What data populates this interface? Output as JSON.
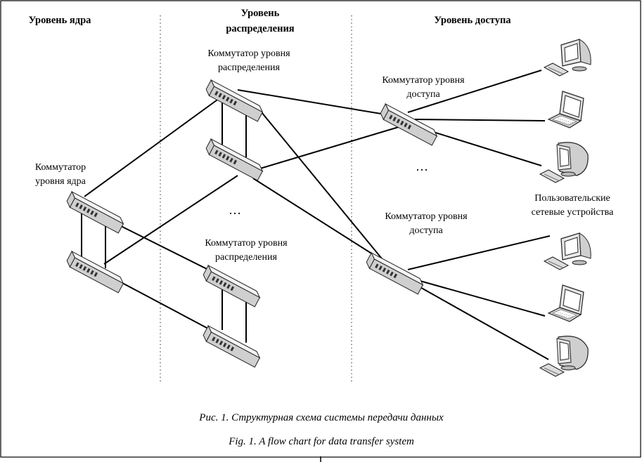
{
  "headers": {
    "core": "Уровень ядра",
    "distribution_line1": "Уровень",
    "distribution_line2": "распределения",
    "access": "Уровень доступа"
  },
  "labels": {
    "dist_switch_top_line1": "Коммутатор уровня",
    "dist_switch_top_line2": "распределения",
    "dist_switch_bottom_line1": "Коммутатор уровня",
    "dist_switch_bottom_line2": "распределения",
    "core_switch_line1": "Коммутатор",
    "core_switch_line2": "уровня ядра",
    "access_switch_top_line1": "Коммутатор уровня",
    "access_switch_top_line2": "доступа",
    "access_switch_bottom_line1": "Коммутатор уровня",
    "access_switch_bottom_line2": "доступа",
    "user_devices_line1": "Пользовательские",
    "user_devices_line2": "сетевые устройства"
  },
  "ellipsis": {
    "distribution": "…",
    "access": "…"
  },
  "captions": {
    "ru": "Рис. 1. Структурная схема системы передачи данных",
    "en": "Fig. 1. A flow chart for data transfer system"
  },
  "icons": {
    "switch": "network-switch-icon",
    "desktop": "desktop-computer-icon",
    "laptop": "laptop-icon",
    "crt": "crt-monitor-icon"
  }
}
